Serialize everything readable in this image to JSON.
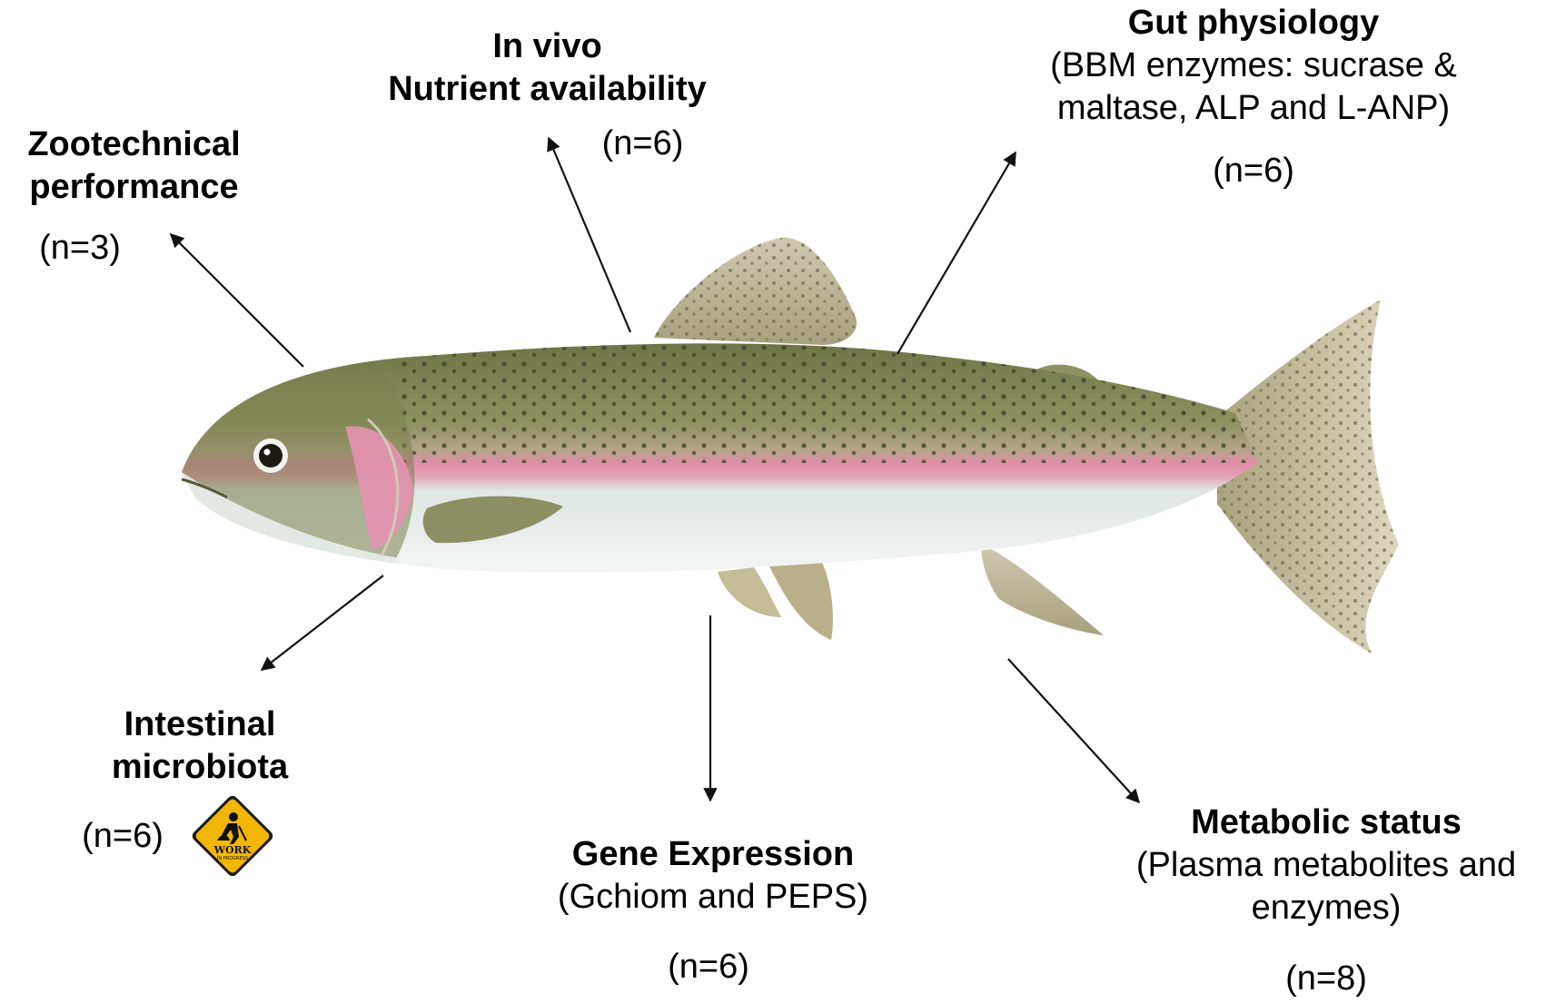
{
  "labels": {
    "zootechnical": {
      "title": [
        "Zootechnical",
        "performance"
      ],
      "n": "(n=3)"
    },
    "in_vivo": {
      "title": [
        "In vivo",
        "Nutrient availability"
      ],
      "n": "(n=6)"
    },
    "gut": {
      "title": "Gut physiology",
      "subtitle": [
        "(BBM enzymes: sucrase &",
        "maltase, ALP and L-ANP)"
      ],
      "n": "(n=6)"
    },
    "intestinal": {
      "title": [
        "Intestinal",
        "microbiota"
      ],
      "n": "(n=6)"
    },
    "gene": {
      "title": "Gene Expression",
      "subtitle": "(Gchiom and PEPS)",
      "n": "(n=6)"
    },
    "metabolic": {
      "title": "Metabolic status",
      "subtitle": [
        "(Plasma metabolites and",
        "enzymes)"
      ],
      "n": "(n=8)"
    }
  },
  "sign": {
    "text": "WORK",
    "subtext": "IN PROGRESS",
    "icon": "work-in-progress-sign-icon",
    "color": "#f2b705"
  },
  "colors": {
    "fish_back": "#7d8350",
    "fish_stripe": "#e58fa8",
    "fish_belly": "#e6ece9",
    "arrow": "#111111"
  }
}
